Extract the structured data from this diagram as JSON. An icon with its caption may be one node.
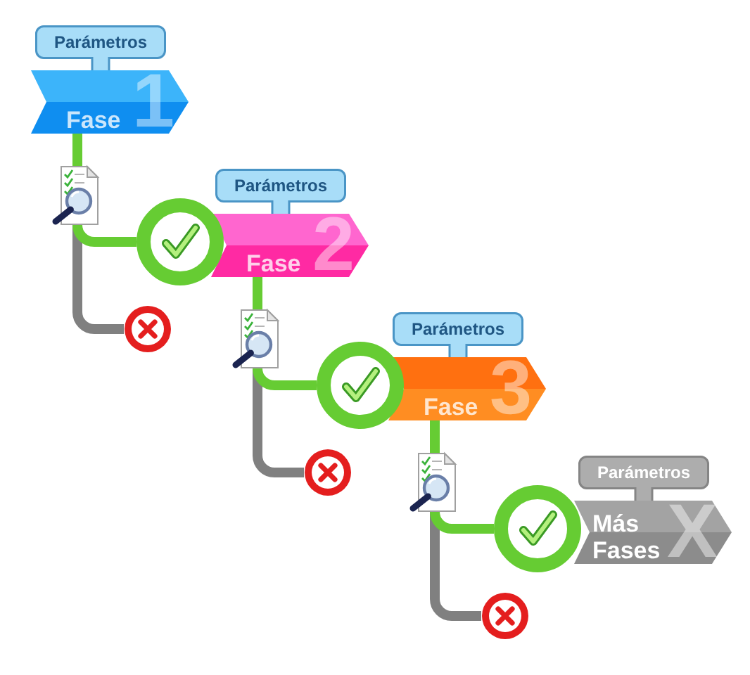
{
  "diagram": {
    "nodes": [
      {
        "text": [
          "Parámetros"
        ]
      },
      {
        "text": [
          "Fase",
          "1"
        ]
      },
      {
        "text": [],
        "shape": "picture"
      },
      {
        "text": [],
        "shape": "circle"
      },
      {
        "text": [],
        "shape": "circle"
      },
      {
        "text": [
          "Parámetros"
        ]
      },
      {
        "text": [
          "Fase",
          "2"
        ]
      },
      {
        "text": [],
        "shape": "picture"
      },
      {
        "text": [],
        "shape": "circle"
      },
      {
        "text": [],
        "shape": "circle"
      },
      {
        "text": [
          "Parámetros"
        ]
      },
      {
        "text": [
          "Fase",
          "3"
        ]
      },
      {
        "text": [],
        "shape": "picture"
      },
      {
        "text": [],
        "shape": "circle"
      },
      {
        "text": [],
        "shape": "circle"
      },
      {
        "text": [
          "Parámetros"
        ]
      },
      {
        "text": [
          "Más Fases",
          "X"
        ]
      }
    ],
    "edges": [
      {
        "from": 1,
        "to": 2,
        "arrow": "none"
      },
      {
        "from": 2,
        "to": 3,
        "arrow": "none"
      },
      {
        "from": 2,
        "to": 4,
        "arrow": "none",
        "color": "#808080"
      },
      {
        "from": 6,
        "to": 7,
        "arrow": "none"
      },
      {
        "from": 7,
        "to": 8,
        "arrow": "none"
      },
      {
        "from": 7,
        "to": 9,
        "arrow": "none",
        "color": "#808080"
      },
      {
        "from": 11,
        "to": 12,
        "arrow": "none"
      },
      {
        "from": 12,
        "to": 13,
        "arrow": "none"
      },
      {
        "from": 12,
        "to": 14,
        "arrow": "none",
        "color": "#808080"
      }
    ]
  }
}
